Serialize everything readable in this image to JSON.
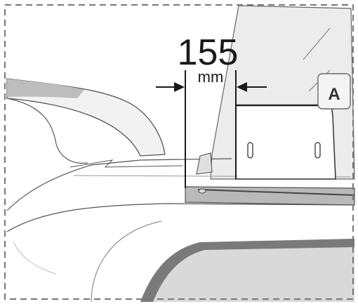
{
  "dimension": {
    "value": "155",
    "unit": "mm"
  },
  "callout": {
    "label": "A"
  },
  "colors": {
    "line": "#555555",
    "dark_line": "#1a1a1a",
    "glass": "#ececec",
    "rail": "#b9b9b9",
    "window_frame": "#7a7a7a",
    "window_glass": "#d9d9d9",
    "border": "#777777"
  }
}
